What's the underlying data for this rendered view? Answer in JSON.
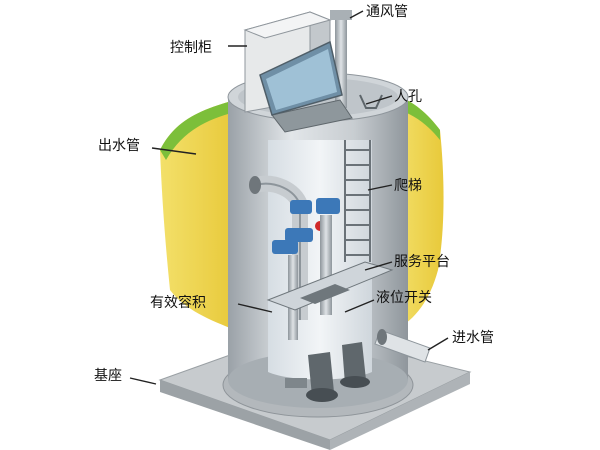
{
  "labels": {
    "control_cabinet": "控制柜",
    "vent_pipe": "通风管",
    "manhole": "人孔",
    "outlet_pipe": "出水管",
    "ladder": "爬梯",
    "service_platform": "服务平台",
    "effective_volume": "有效容积",
    "level_switch": "液位开关",
    "inlet_pipe": "进水管",
    "base": "基座"
  },
  "colors": {
    "soil": "#f0d84a",
    "grass": "#7cbf3a",
    "tank": "#c9ced3",
    "base": "#bfc3c6",
    "pipe_blue": "#3c78b8",
    "leader": "#222222"
  }
}
